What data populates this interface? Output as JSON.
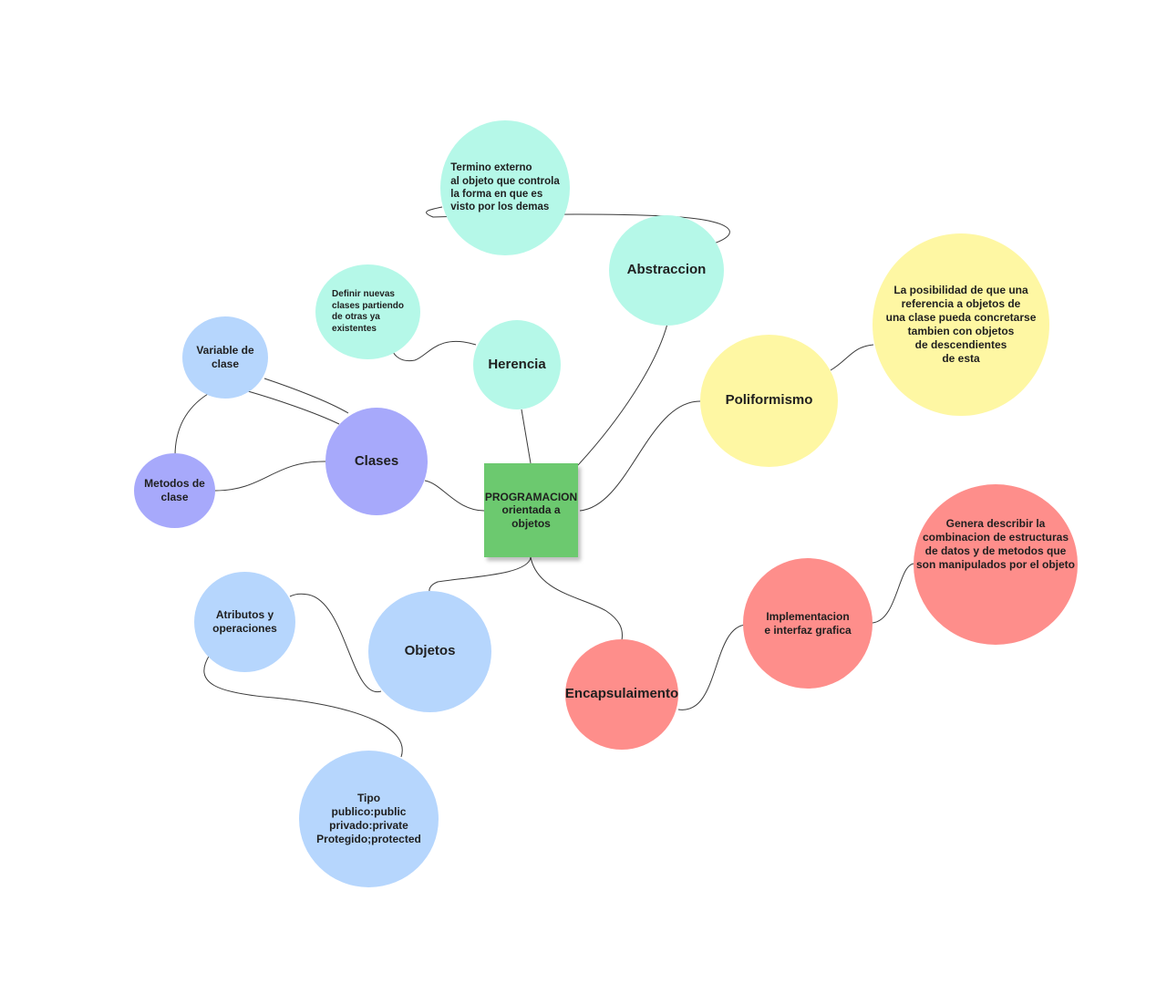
{
  "diagram": {
    "root": "PROGRAMACION\norientada a\nobjetos",
    "abstraccion": "Abstraccion",
    "abstraccion_def": "Termino externo\nal objeto que controla\nla forma en que es\n  visto por los demas",
    "herencia": "Herencia",
    "herencia_def": "Definir nuevas\nclases partiendo\nde otras ya\nexistentes",
    "poliformismo": "Poliformismo",
    "poliformismo_def": "La posibilidad de que una\nreferencia a objetos de\nuna clase pueda concretarse\ntambien con objetos\nde descendientes\nde esta",
    "clases": "Clases",
    "variable_clase": "Variable de\nclase",
    "metodos_clase": "Metodos de\nclase",
    "objetos": "Objetos",
    "atributos": "Atributos y\noperaciones",
    "tipo": "Tipo\npublico:public\nprivado:private\nProtegido;protected",
    "encapsulamiento": "Encapsulaimento",
    "implementacion": "Implementacion\ne interfaz grafica",
    "encapsulamiento_def": "Genera describir la\ncombinacion de estructuras\nde datos y de metodos que\nson manipulados por el objeto"
  },
  "colors": {
    "root": "#6cc96f",
    "mint": "#b5f8e8",
    "yellow": "#fef7a3",
    "red": "#fe8e8b",
    "blue": "#b6d6fd",
    "purple": "#a7a9fb",
    "line": "#3a3a3a"
  }
}
